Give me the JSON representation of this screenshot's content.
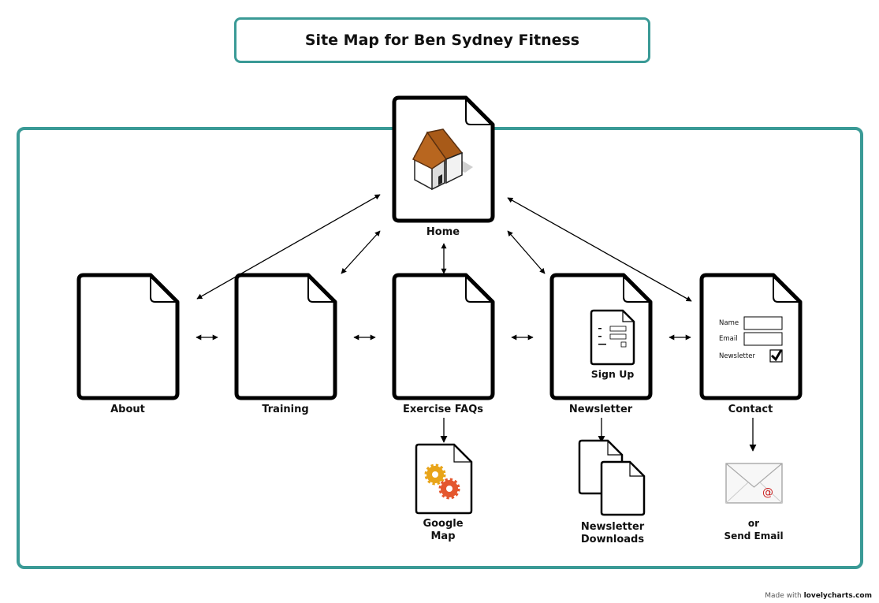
{
  "title": "Site Map for Ben Sydney Fitness",
  "pages": {
    "home": "Home",
    "about": "About",
    "training": "Training",
    "faqs": "Exercise FAQs",
    "newsletter": "Newsletter",
    "contact": "Contact"
  },
  "subpages": {
    "google_map_line1": "Google",
    "google_map_line2": "Map",
    "downloads_line1": "Newsletter",
    "downloads_line2": "Downloads",
    "email_line1": "or",
    "email_line2": "Send Email"
  },
  "newsletter_page_text": "Sign Up",
  "contact_form": {
    "name_label": "Name",
    "email_label": "Email",
    "newsletter_label": "Newsletter"
  },
  "credit": {
    "prefix": "Made with",
    "brand": "lovelycharts.com"
  },
  "colors": {
    "frame": "#3a9a96",
    "roof": "#b8661f",
    "gear_orange": "#e4572e",
    "gear_yellow": "#e8a419",
    "email_at": "#cc2222"
  }
}
